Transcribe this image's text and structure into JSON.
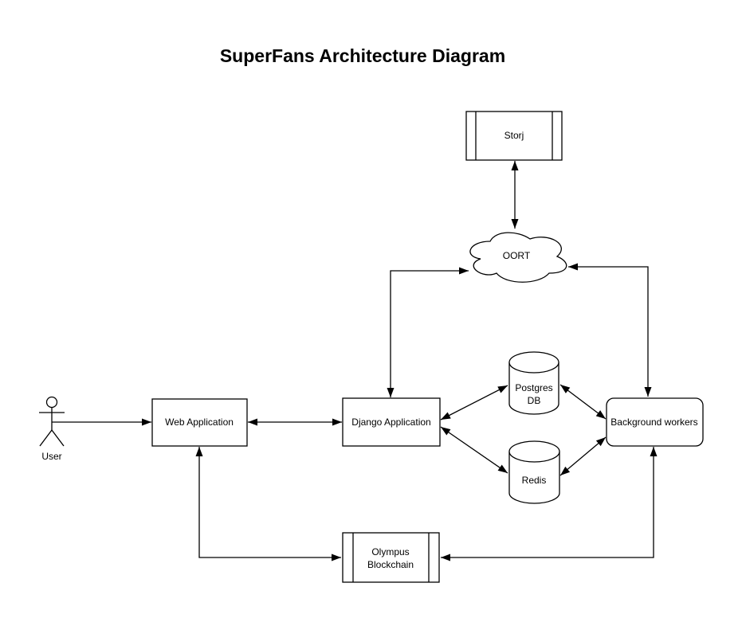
{
  "title": "SuperFans Architecture Diagram",
  "colors": {
    "stroke": "#000000",
    "shape_fill": "#ffffff",
    "background": "#ffffff",
    "text": "#000000"
  },
  "nodes": {
    "storj": {
      "label": "Storj",
      "shape": "predefined-process"
    },
    "oort": {
      "label": "OORT",
      "shape": "cloud"
    },
    "postgres": {
      "line1": "Postgres",
      "line2": "DB",
      "shape": "database-cylinder"
    },
    "redis": {
      "label": "Redis",
      "shape": "database-cylinder"
    },
    "user": {
      "label": "User",
      "shape": "actor"
    },
    "web_app": {
      "label": "Web Application",
      "shape": "rectangle"
    },
    "django_app": {
      "label": "Django Application",
      "shape": "rectangle"
    },
    "background_workers": {
      "label": "Background workers",
      "shape": "rounded-rectangle"
    },
    "olympus": {
      "line1": "Olympus",
      "line2": "Blockchain",
      "shape": "predefined-process"
    }
  },
  "edges": [
    {
      "from": "user",
      "to": "web_app",
      "direction": "one-way"
    },
    {
      "from": "web_app",
      "to": "django_app",
      "direction": "two-way"
    },
    {
      "from": "django_app",
      "to": "oort",
      "direction": "two-way"
    },
    {
      "from": "storj",
      "to": "oort",
      "direction": "two-way"
    },
    {
      "from": "oort",
      "to": "background_workers",
      "direction": "two-way"
    },
    {
      "from": "django_app",
      "to": "postgres",
      "direction": "two-way"
    },
    {
      "from": "django_app",
      "to": "redis",
      "direction": "two-way"
    },
    {
      "from": "postgres",
      "to": "background_workers",
      "direction": "two-way"
    },
    {
      "from": "redis",
      "to": "background_workers",
      "direction": "two-way"
    },
    {
      "from": "web_app",
      "to": "olympus",
      "direction": "two-way"
    },
    {
      "from": "background_workers",
      "to": "olympus",
      "direction": "two-way"
    }
  ]
}
